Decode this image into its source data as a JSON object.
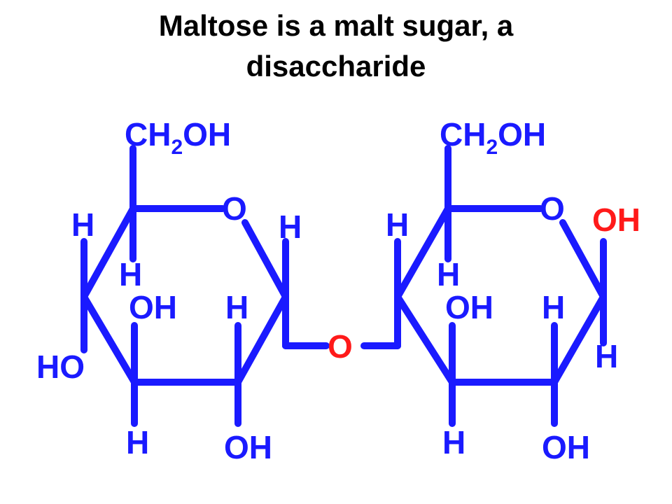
{
  "title": {
    "line1": "Maltose is a malt sugar, a",
    "line2": "disaccharide"
  },
  "colors": {
    "bond": "#1a1aff",
    "label": "#1a1aff",
    "highlight": "#ff1a1a",
    "title": "#000000"
  },
  "labels": {
    "ring1": {
      "ch2oh_main": "CH",
      "ch2oh_sub": "2",
      "ch2oh_end": "OH",
      "ring_o": "O",
      "h_left_top": "H",
      "h_c1": "H",
      "h_c4_inner": "H",
      "oh_c3": "OH",
      "h_c2": "H",
      "ho_c4": "HO",
      "h_c3_bottom": "H",
      "oh_c2_bottom": "OH"
    },
    "linkage_o": "O",
    "ring2": {
      "ch2oh_main": "CH",
      "ch2oh_sub": "2",
      "ch2oh_end": "OH",
      "ring_o": "O",
      "oh_anomeric": "OH",
      "h_left_top": "H",
      "h_c4_inner": "H",
      "oh_c3": "OH",
      "h_c2": "H",
      "h_c1_bottom": "H",
      "h_c3_bottom": "H",
      "oh_c2_bottom": "OH"
    }
  }
}
